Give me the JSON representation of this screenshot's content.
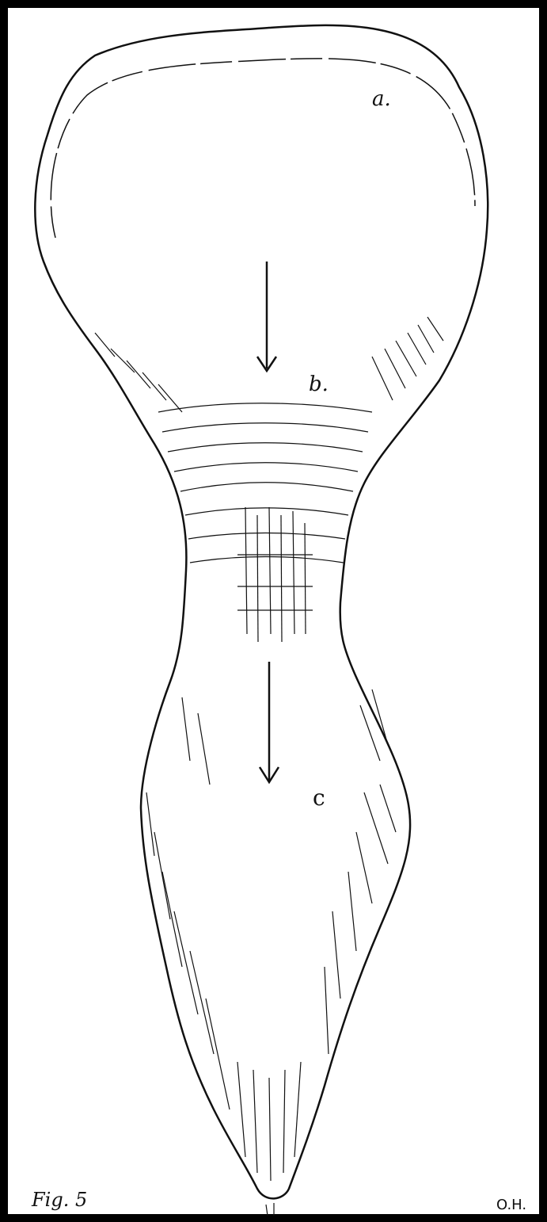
{
  "figure": {
    "caption": "Fig. 5",
    "initials": "O.H."
  },
  "labels": {
    "a": "a.",
    "b": "b.",
    "c": "c"
  },
  "colors": {
    "ink": "#111111",
    "paper": "#ffffff",
    "frame": "#000000"
  },
  "icons": {
    "arrow_upper": "down-arrow",
    "arrow_lower": "down-arrow"
  }
}
